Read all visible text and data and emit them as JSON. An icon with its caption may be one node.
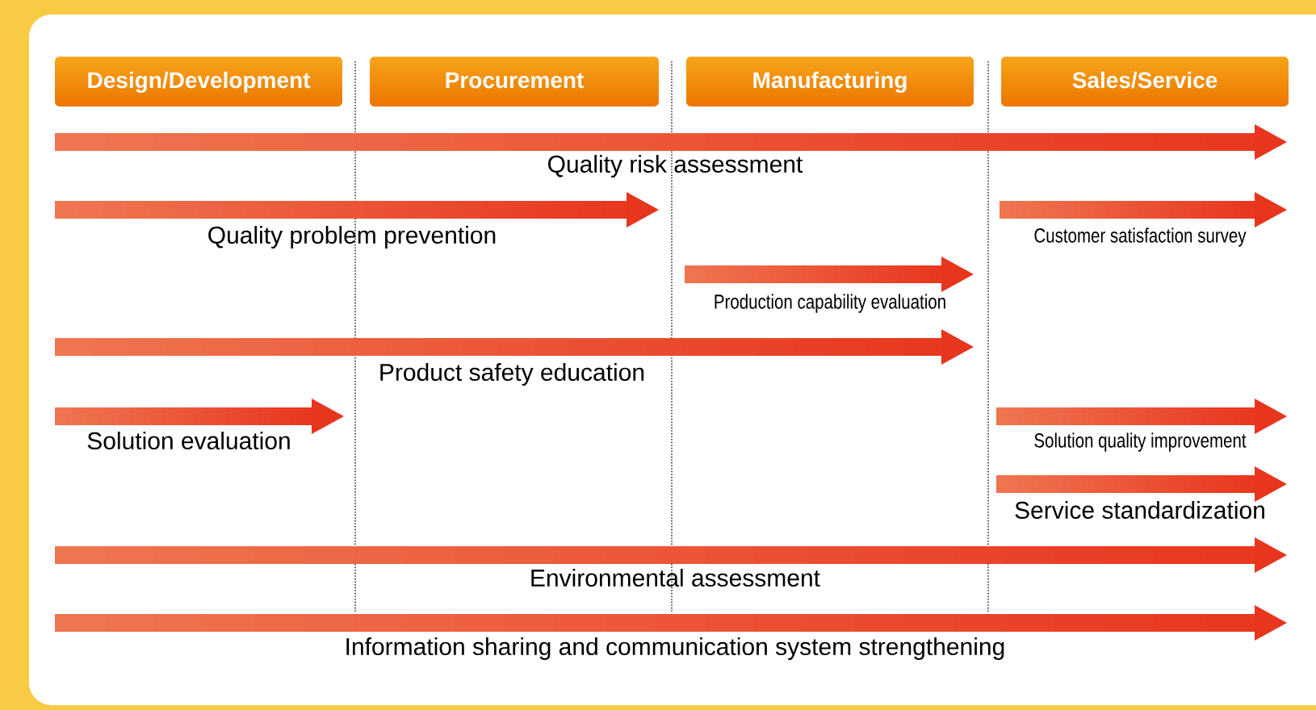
{
  "diagram": {
    "nodes": [
      {
        "text": [
          "Design/Development"
        ]
      },
      {
        "text": [
          "Procurement"
        ]
      },
      {
        "text": [
          "Manufacturing"
        ]
      },
      {
        "text": [
          "Sales/Service"
        ]
      }
    ],
    "labels": [
      "Quality risk assessment",
      "Quality problem prevention",
      "Customer satisfaction survey",
      "Production capability evaluation",
      "Product safety education",
      "Solution evaluation",
      "Solution quality improvement",
      "Service standardization",
      "Environmental assessment",
      "Information sharing and communication system strengthening"
    ]
  }
}
